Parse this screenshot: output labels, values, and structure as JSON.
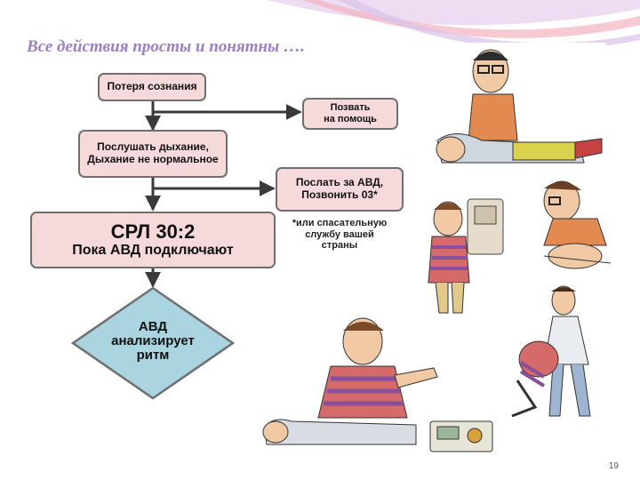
{
  "slide": {
    "title": "Все действия просты и понятны ….",
    "page_number": "19"
  },
  "flowchart": {
    "step_loss_consciousness": "Потеря сознания",
    "step_call_help": "Позвать\nна помощь",
    "step_listen_breathing": "Послушать дыхание,\nДыхание не нормальное",
    "step_send_aed": "Послать за АВД,\nПозвонить 03*",
    "note_emergency": "*или спасательную\nслужбу вашей\nстраны",
    "cpr_title": "СРЛ 30:2",
    "cpr_subtitle": "Пока АВД подключают",
    "aed_analyzes": "АВД\nанализирует\nритм"
  },
  "colors": {
    "title": "#9b7fc4",
    "box_fill": "#f6dadb",
    "box_border": "#6f6f6f",
    "diamond_fill": "#a9d4e0",
    "arrow": "#3a3a3a"
  }
}
